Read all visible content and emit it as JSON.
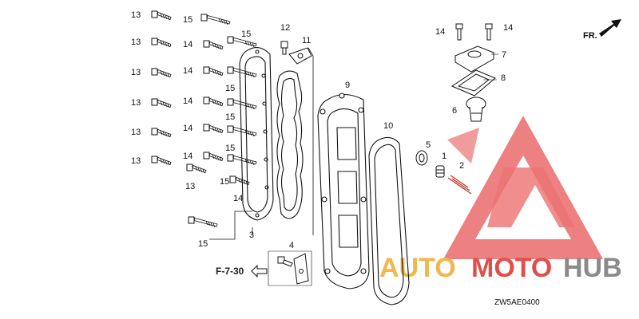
{
  "diagram_code": "ZW5AE0400",
  "reference": "F-7-30",
  "front_label": "FR.",
  "watermark": {
    "auto": "AUTO",
    "moto": "MOTO",
    "hub": "HUB",
    "color_orange": "#f2b64a",
    "color_red": "#e0504a",
    "color_grey": "#8a8a8a",
    "triangle_color": "#e85a5a"
  },
  "part_numbers": {
    "n1": "1",
    "n2": "2",
    "n3": "3",
    "n4": "4",
    "n5": "5",
    "n6": "6",
    "n7": "7",
    "n8": "8",
    "n9": "9",
    "n10": "10",
    "n11": "11",
    "n12": "12",
    "n13": "13",
    "n14": "14",
    "n15": "15"
  }
}
